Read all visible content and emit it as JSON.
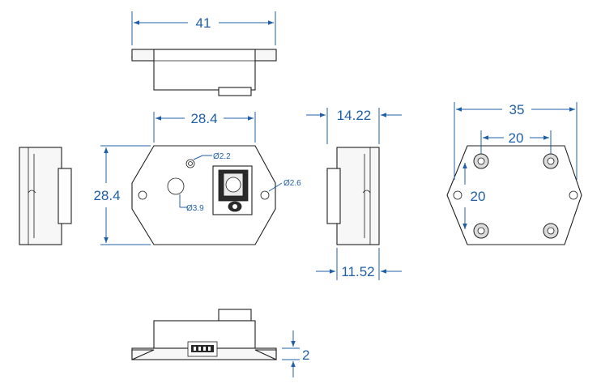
{
  "dimensions": {
    "top_width": "41",
    "front_width": "28.4",
    "front_height": "28.4",
    "side_top": "14.22",
    "side_bottom": "11.52",
    "back_width": "35",
    "hole_spacing_x": "20",
    "hole_spacing_y": "20",
    "bottom_thickness": "2"
  },
  "callouts": {
    "small_hole": "Ø2.2",
    "mount_hole": "Ø2.6",
    "big_hole": "Ø3.9"
  },
  "colors": {
    "dimension": "#1f5fa8",
    "outline": "#1e1e1e"
  }
}
